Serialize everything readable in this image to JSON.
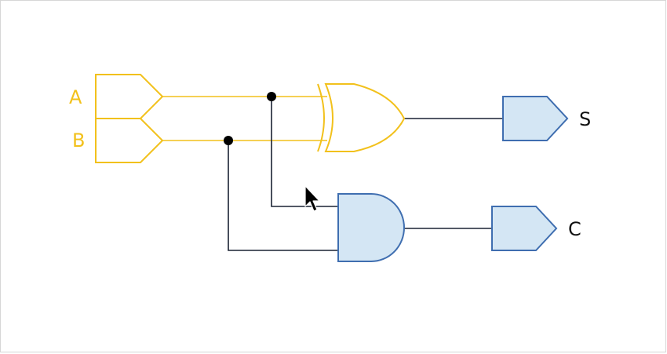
{
  "circuit": {
    "colors": {
      "high": "#f2c11c",
      "low": "#1a2233",
      "gate_fill": "#d4e6f4",
      "gate_stroke": "#3f6eb0",
      "junction": "#000000",
      "output_label": "#111111"
    },
    "inputs": [
      {
        "label": "A",
        "state": "high"
      },
      {
        "label": "B",
        "state": "high"
      }
    ],
    "gates": [
      {
        "type": "XOR",
        "inputs": [
          "A",
          "B"
        ],
        "output": "S",
        "state": "high"
      },
      {
        "type": "AND",
        "inputs": [
          "A",
          "B"
        ],
        "output": "C",
        "state": "low"
      }
    ],
    "outputs": [
      {
        "label": "S",
        "state": "low"
      },
      {
        "label": "C",
        "state": "low"
      }
    ],
    "cursor_icon": "arrow-pointer-icon"
  }
}
